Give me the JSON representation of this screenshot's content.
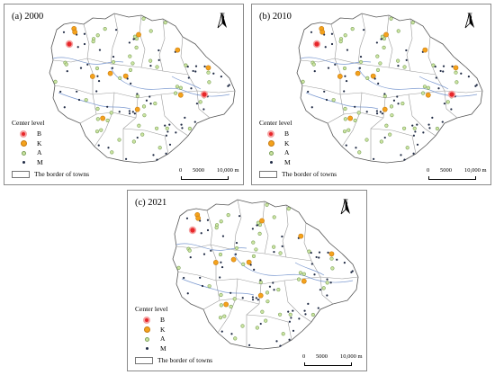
{
  "panels": [
    {
      "id": "a",
      "title": "(a) 2000"
    },
    {
      "id": "b",
      "title": "(b) 2010"
    },
    {
      "id": "c",
      "title": "(c) 2021"
    }
  ],
  "north_label": "N",
  "legend": {
    "title": "Center level",
    "items": [
      {
        "label": "B",
        "color": "#e8262a",
        "ring": "#f4a3a3"
      },
      {
        "label": "K",
        "color": "#f4a21c",
        "ring": "#c77b10"
      },
      {
        "label": "A",
        "color": "#cde5a2",
        "ring": "#7aa05a"
      },
      {
        "label": "M",
        "color": "#1f2a44",
        "ring": "#1f2a44"
      }
    ],
    "border_label": "The border of towns"
  },
  "scale": {
    "labels": [
      "0",
      "5000",
      "10,000 m"
    ]
  },
  "colors": {
    "river": "#5a7fc4",
    "town_border": "#9a9a9a",
    "frame": "#8a8a8a"
  }
}
